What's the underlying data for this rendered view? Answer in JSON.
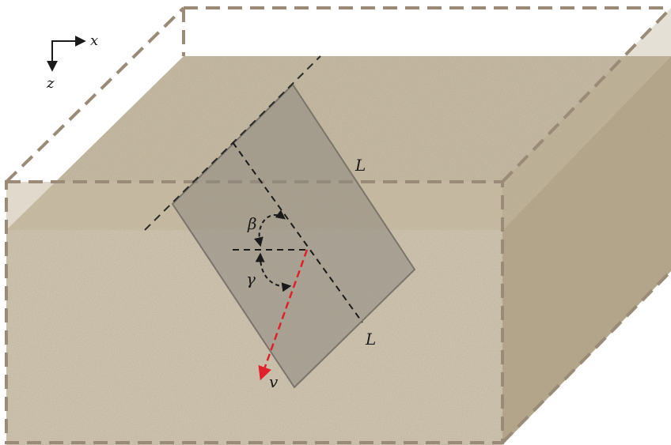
{
  "axes": {
    "x_label": "x",
    "z_label": "z"
  },
  "labels": {
    "line_upper": "L",
    "line_lower": "L",
    "angle_upper": "β",
    "angle_lower": "γ",
    "vector": "v"
  },
  "colors": {
    "background": "#ffffff",
    "block_front": "#d6cbb6",
    "block_top": "#cbbfa7",
    "block_side": "#b9ab8e",
    "box_outline": "#9a8b78",
    "fault_plane": "#8e8880",
    "velocity_vector": "#e0202a",
    "axis_ink": "#1a1a1a"
  }
}
